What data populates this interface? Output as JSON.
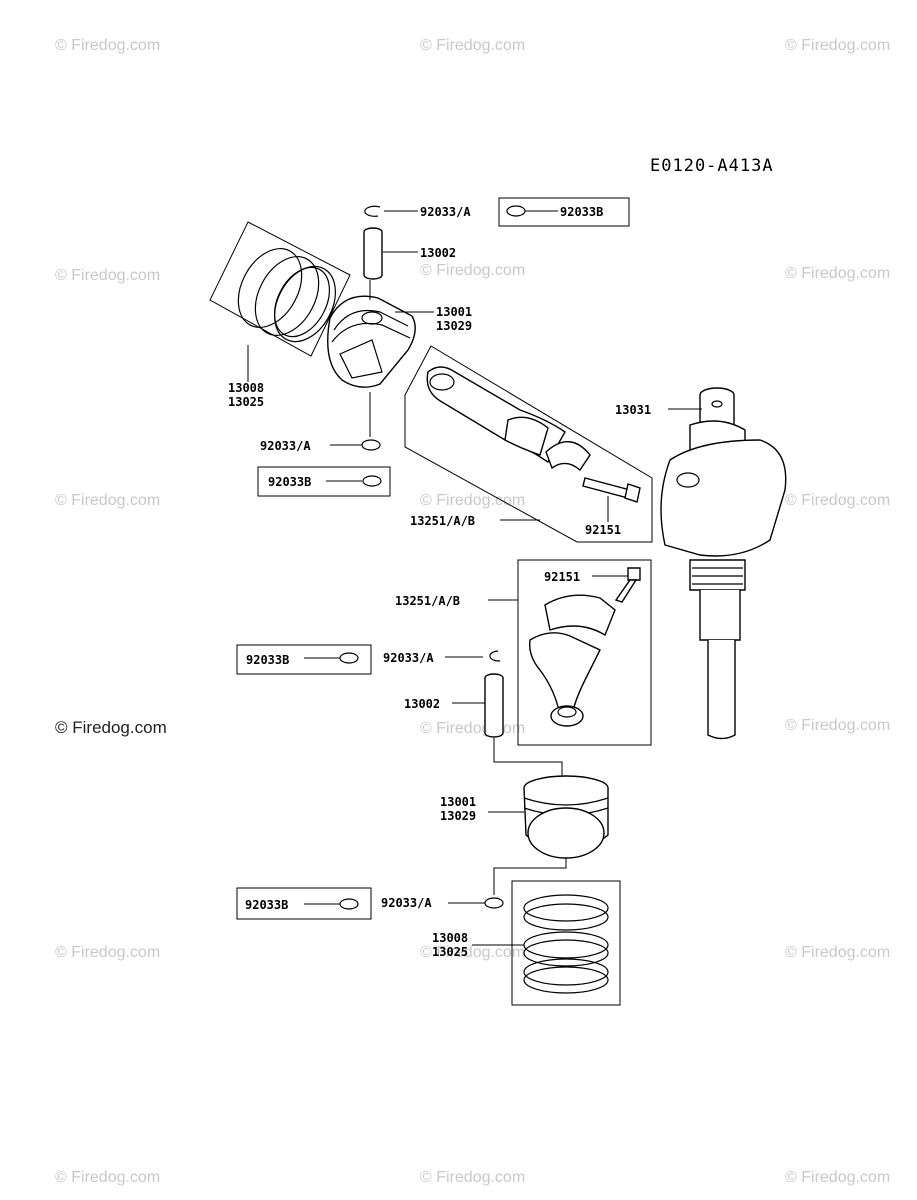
{
  "diagram_code": "E0120-A413A",
  "watermark_text": "© Firedog.com",
  "labels": {
    "p1": "92033/A",
    "p2": "92033B",
    "p3": "13002",
    "p4": "13001",
    "p5": "13029",
    "p6": "13008",
    "p7": "13025",
    "p8": "13031",
    "p9": "92033/A",
    "p10": "92033B",
    "p11": "13251/A/B",
    "p12": "92151",
    "p13": "92151",
    "p14": "13251/A/B",
    "p15": "92033B",
    "p16": "92033/A",
    "p17": "13002",
    "p18": "13001",
    "p19": "13029",
    "p20": "92033B",
    "p21": "92033/A",
    "p22": "13008",
    "p23": "13025"
  }
}
